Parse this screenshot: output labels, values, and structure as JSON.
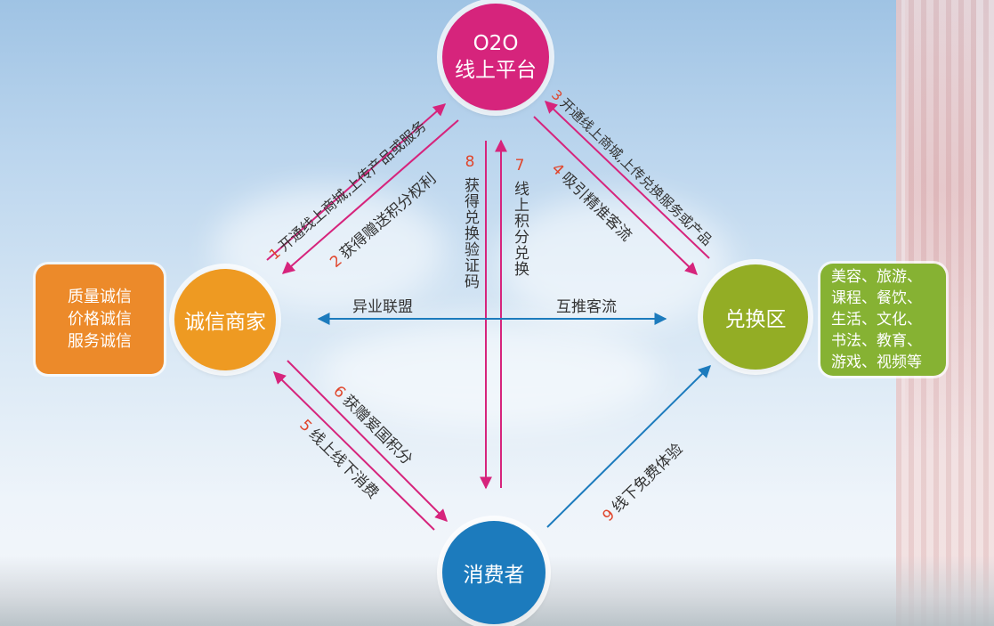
{
  "nodes": {
    "platform": {
      "line1": "O2O",
      "line2": "线上平台",
      "color": "#d6247c"
    },
    "merchant": {
      "label": "诚信商家",
      "color": "#ee9a22"
    },
    "exchange": {
      "label": "兑换区",
      "color": "#93ad25"
    },
    "consumer": {
      "label": "消费者",
      "color": "#1c7bbd"
    }
  },
  "left_box": {
    "items": [
      "质量诚信",
      "价格诚信",
      "服务诚信"
    ],
    "color": "#ec8a2a"
  },
  "right_box": {
    "items": [
      "美容、旅游、",
      "课程、餐饮、",
      "生活、文化、",
      "书法、教育、",
      "游戏、视频等"
    ],
    "color": "#86b233"
  },
  "edges": {
    "e1": {
      "num": "1",
      "text": "开通线上商城,上传产品或服务"
    },
    "e2": {
      "num": "2",
      "text": "获得赠送积分权利"
    },
    "e3": {
      "num": "3",
      "text": "开通线上商城,上传兑换服务或产品"
    },
    "e4": {
      "num": "4",
      "text": "吸引精准客流"
    },
    "e5": {
      "num": "5",
      "text": "线上线下消费"
    },
    "e6": {
      "num": "6",
      "text": "获赠爱国积分"
    },
    "e7": {
      "num": "7",
      "text": "线上积分兑换"
    },
    "e8": {
      "num": "8",
      "text": "获得兑换验证码"
    },
    "e9": {
      "num": "9",
      "text": "线下免费体验"
    },
    "alliance": {
      "text": "异业联盟"
    },
    "mutual": {
      "text": "互推客流"
    }
  },
  "colors": {
    "arrow_pink": "#d6247c",
    "arrow_blue": "#1c7bbd"
  }
}
